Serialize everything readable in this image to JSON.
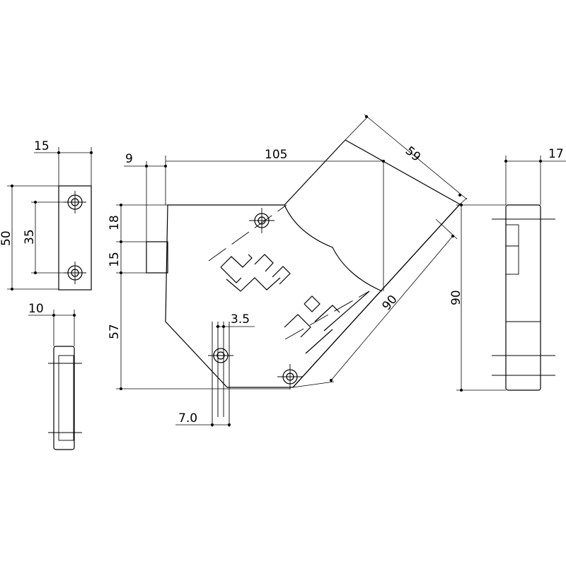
{
  "dimensions": {
    "left_width": "15",
    "left_height_total": "50",
    "left_hole_spacing": "35",
    "left_lower_width": "10",
    "main_offset": "9",
    "main_width": "105",
    "main_h1": "18",
    "main_h2": "15",
    "main_h3": "57",
    "hole_dia": "3.5",
    "slot_width": "7.0",
    "diag_width": "59",
    "diag_length": "90",
    "right_width": "17",
    "right_height": "90"
  }
}
